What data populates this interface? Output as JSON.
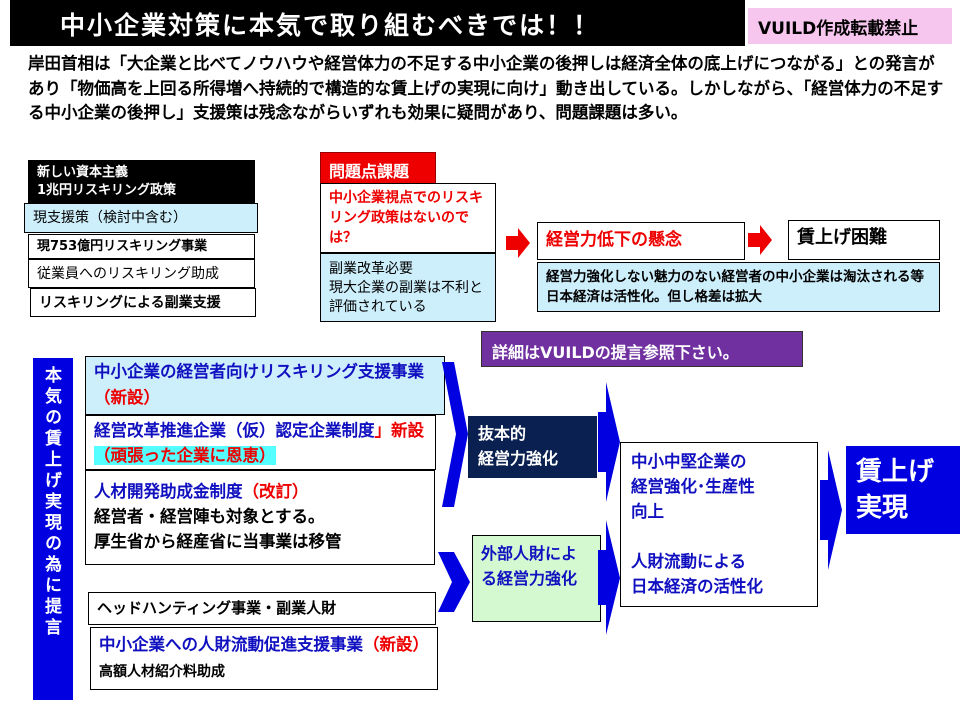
{
  "title": "中小企業対策に本気で取り組むべきでは！！",
  "badge": "VUILD作成転載禁止",
  "intro": "岸田首相は「大企業と比べてノウハウや経営体力の不足する中小企業の後押しは経済全体の底上げにつながる」との発言があり「物価高を上回る所得増へ持続的で構造的な賃上げの実現に向け」動き出している。しかしながら、「経営体力の不足する中小企業の後押し」支援策は残念ながらいずれも効果に疑問があり、問題課題は多い。",
  "left_stack": {
    "header": "新しい資本主義\n1兆円リスキリング政策",
    "current": "現支援策（検討中含む）",
    "items": [
      "現753億円リスキリング事業",
      "従業員へのリスキリング助成",
      "リスキリングによる副業支援"
    ]
  },
  "problems": {
    "header": "問題点課題",
    "issue": "中小企業視点でのリスキリング政策はないのでは？",
    "note": "副業改革必要\n現大企業の副業は不利と評価されている"
  },
  "concern": "経営力低下の懸念",
  "result": "賃上げ困難",
  "concern_note": "経営力強化しない魅力のない経営者の中小企業は淘汰される等日本経済は活性化。但し格差は拡大",
  "detail_link": "詳細はVUILDの提言参照下さい。",
  "side_label": "本気の賃上げ実現の為に提言",
  "proposals": {
    "p1": "中小企業の経営者向けリスキリング支援事業",
    "p1_tag": "（新設）",
    "p2": "経営改革推進企業（仮）認定企業制度",
    "p2_tag": "」新設",
    "p2_note": "（頑張った企業に恩恵）",
    "p3": "人材開発助成金制度",
    "p3_tag": "（改訂）",
    "p3_lines": "経営者・経営陣も対象とする。\n厚生省から経産省に当事業は移管",
    "p4": "ヘッドハンティング事業・副業人財",
    "p5": "中小企業への人財流動促進支援事業",
    "p5_tag": "（新設）",
    "p5_note": "高額人材紹介料助成"
  },
  "outcome1": "抜本的\n経営力強化",
  "outcome2": "外部人財による経営力強化",
  "effects": "中小中堅企業の\n経営強化･生産性\n向上\n\n人財流動による\n日本経済の活性化",
  "goal": "賃上げ\n実現",
  "colors": {
    "accent_blue": "#0000e0",
    "red": "#e00000",
    "purple": "#7030a0",
    "navy": "#0a2050"
  }
}
